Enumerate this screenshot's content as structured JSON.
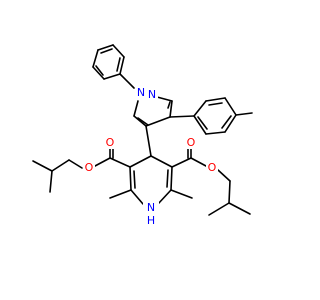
{
  "atom_labels": {
    "n1": "N",
    "n2": "N",
    "o1": "O",
    "o2": "O",
    "o3": "O",
    "o4": "O",
    "nh": "N",
    "h": "H"
  },
  "colors": {
    "carbon": "#000000",
    "nitrogen": "#0000ff",
    "oxygen": "#ff0000",
    "background": "#ffffff"
  }
}
